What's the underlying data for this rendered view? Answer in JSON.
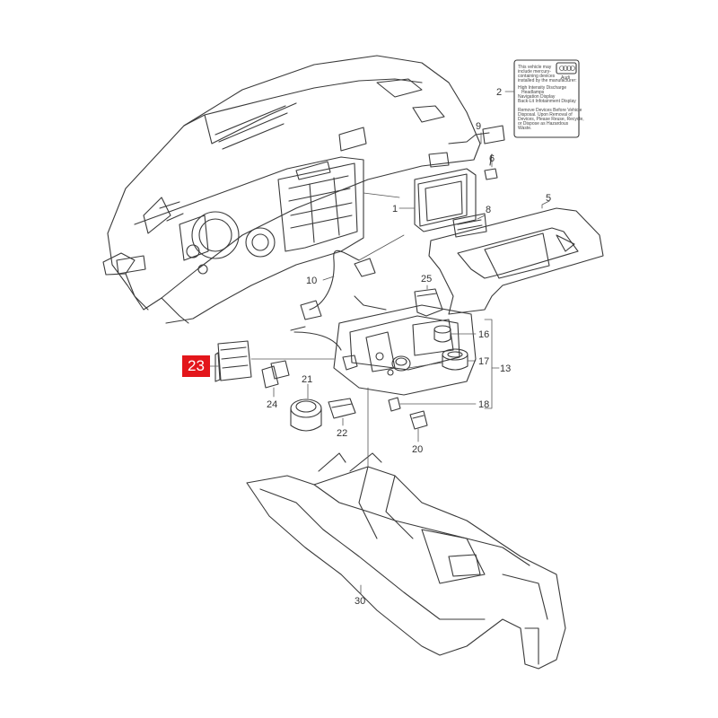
{
  "callouts": {
    "c1": "1",
    "c2": "2",
    "c5": "5",
    "c6": "6",
    "c8": "8",
    "c9": "9",
    "c10": "10",
    "c13": "13",
    "c16": "16",
    "c17": "17",
    "c18": "18",
    "c20": "20",
    "c21": "21",
    "c22": "22",
    "c24": "24",
    "c25": "25",
    "c30": "30"
  },
  "highlight": {
    "label": "23",
    "color": "#e3161b"
  },
  "label_card": {
    "logo": "Audi",
    "intro": [
      "This vehicle may",
      "include mercury-",
      "containing devices",
      "installed by the manufacturer:"
    ],
    "items": [
      "High Intensity Discharge",
      "Headlamps",
      "Navigation Display",
      "Back-Lit Infotainment Display"
    ],
    "footer": [
      "Remove Devices Before Vehicle",
      "Disposal. Upon Removal of",
      "Devices, Please Reuse, Recycle,",
      "or Dispose as Hazardous",
      "Waste."
    ]
  }
}
